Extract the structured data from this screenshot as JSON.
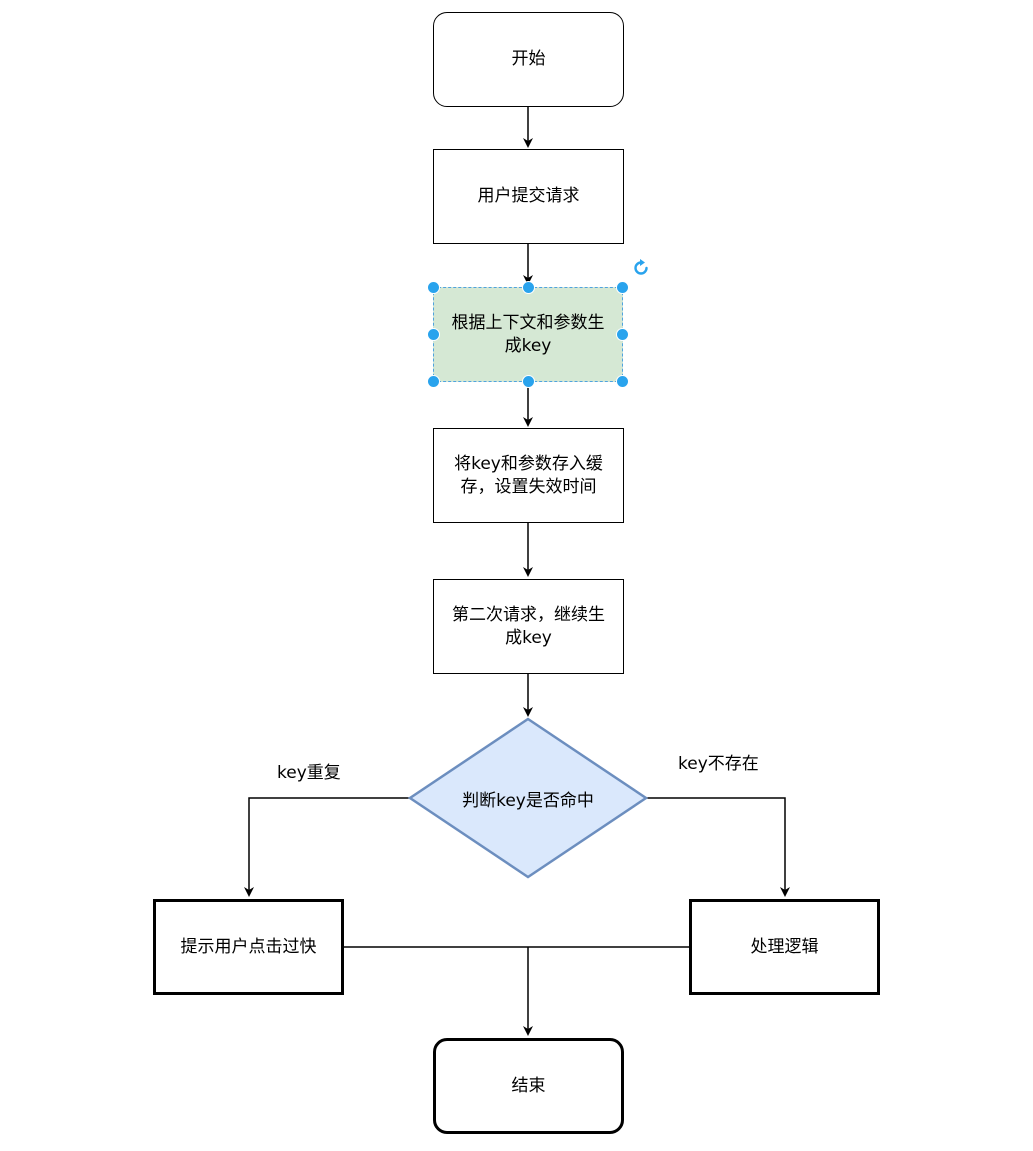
{
  "nodes": {
    "start": "开始",
    "submit": "用户提交请求",
    "generate_key_line1": "根据上下文和参数生",
    "generate_key_line2": "成key",
    "store_line1": "将key和参数存入缓",
    "store_line2": "存，设置失效时间",
    "second_line1": "第二次请求，继续生",
    "second_line2": "成key",
    "decision": "判断key是否命中",
    "too_fast": "提示用户点击过快",
    "process": "处理逻辑",
    "end": "结束"
  },
  "edges": {
    "repeat_label": "key重复",
    "missing_label": "key不存在"
  },
  "colors": {
    "selected_fill": "#d5e8d4",
    "selection_handle": "#29a3ed",
    "decision_fill": "#dae8fc",
    "decision_stroke": "#6c8ebf",
    "line": "#000000"
  },
  "icons": {
    "rotate": "rotate-handle-icon"
  }
}
